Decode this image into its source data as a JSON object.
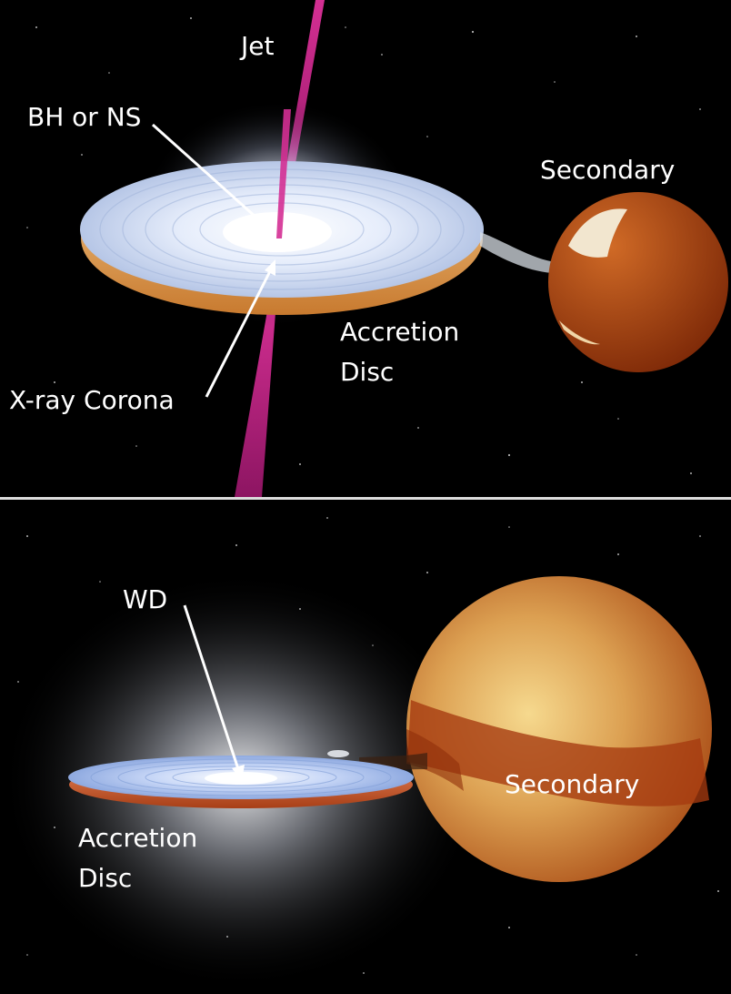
{
  "top_panel": {
    "labels": {
      "jet": "Jet",
      "compact_object": "BH or NS",
      "secondary": "Secondary",
      "disc_line1": "Accretion",
      "disc_line2": "Disc",
      "corona": "X-ray Corona"
    },
    "colors": {
      "jet": "#c0207f",
      "disc": "#d8e2f6",
      "disc_rim": "#e39a4f",
      "star": "#b24a13"
    }
  },
  "bottom_panel": {
    "labels": {
      "compact_object": "WD",
      "secondary": "Secondary",
      "disc_line1": "Accretion",
      "disc_line2": "Disc"
    },
    "colors": {
      "disc": "#b8cbf3",
      "disc_rim": "#c8562a",
      "star": "#c15a1c",
      "star_cap": "#efcf80"
    }
  }
}
